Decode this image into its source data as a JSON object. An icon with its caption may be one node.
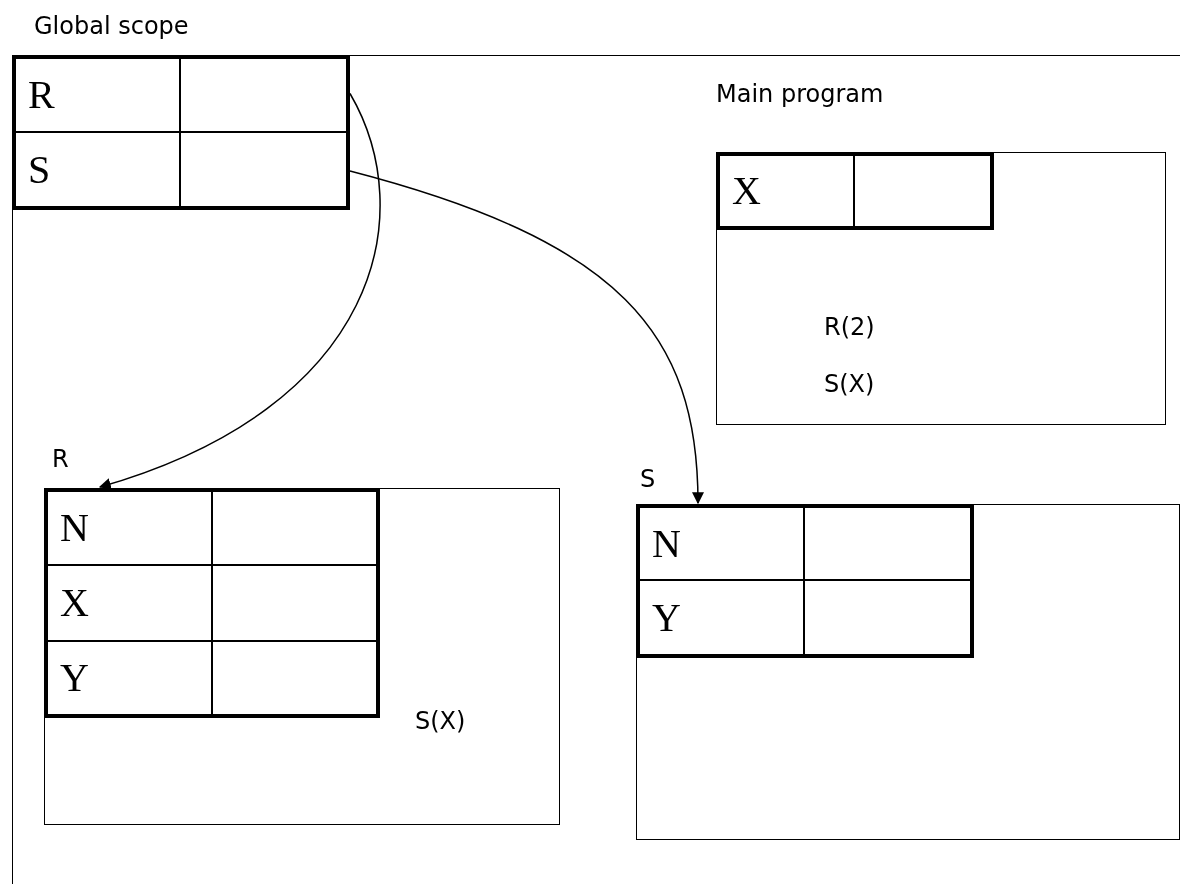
{
  "diagram": {
    "nodes": [
      {
        "text": [
          "Global scope"
        ]
      },
      {
        "text": [
          "R"
        ],
        "in": 0
      },
      {
        "text": [],
        "shape": "box",
        "in": 0
      },
      {
        "text": [
          "S"
        ],
        "in": 0
      },
      {
        "text": [],
        "shape": "box",
        "in": 0
      },
      {
        "text": [
          "Main program",
          "R(2)",
          "S(X)"
        ],
        "in": 0
      },
      {
        "text": [
          "X"
        ],
        "in": 5
      },
      {
        "text": [],
        "shape": "box",
        "in": 5
      },
      {
        "text": [
          "R",
          "S(X)"
        ],
        "in": 0
      },
      {
        "text": [
          "N"
        ],
        "in": 8
      },
      {
        "text": [],
        "shape": "box",
        "in": 8
      },
      {
        "text": [
          "X"
        ],
        "in": 8
      },
      {
        "text": [],
        "shape": "box",
        "in": 8
      },
      {
        "text": [
          "Y"
        ],
        "in": 8
      },
      {
        "text": [],
        "shape": "box",
        "in": 8
      },
      {
        "text": [
          "S"
        ],
        "in": 0
      },
      {
        "text": [
          "N"
        ],
        "in": 15
      },
      {
        "text": [],
        "shape": "box",
        "in": 15
      },
      {
        "text": [
          "Y"
        ],
        "in": 15
      },
      {
        "text": [],
        "shape": "box",
        "in": 15
      }
    ],
    "edges": [
      {
        "from": 2,
        "to": 8,
        "arrow": "to"
      },
      {
        "from": 4,
        "to": 15,
        "arrow": "to"
      }
    ]
  }
}
